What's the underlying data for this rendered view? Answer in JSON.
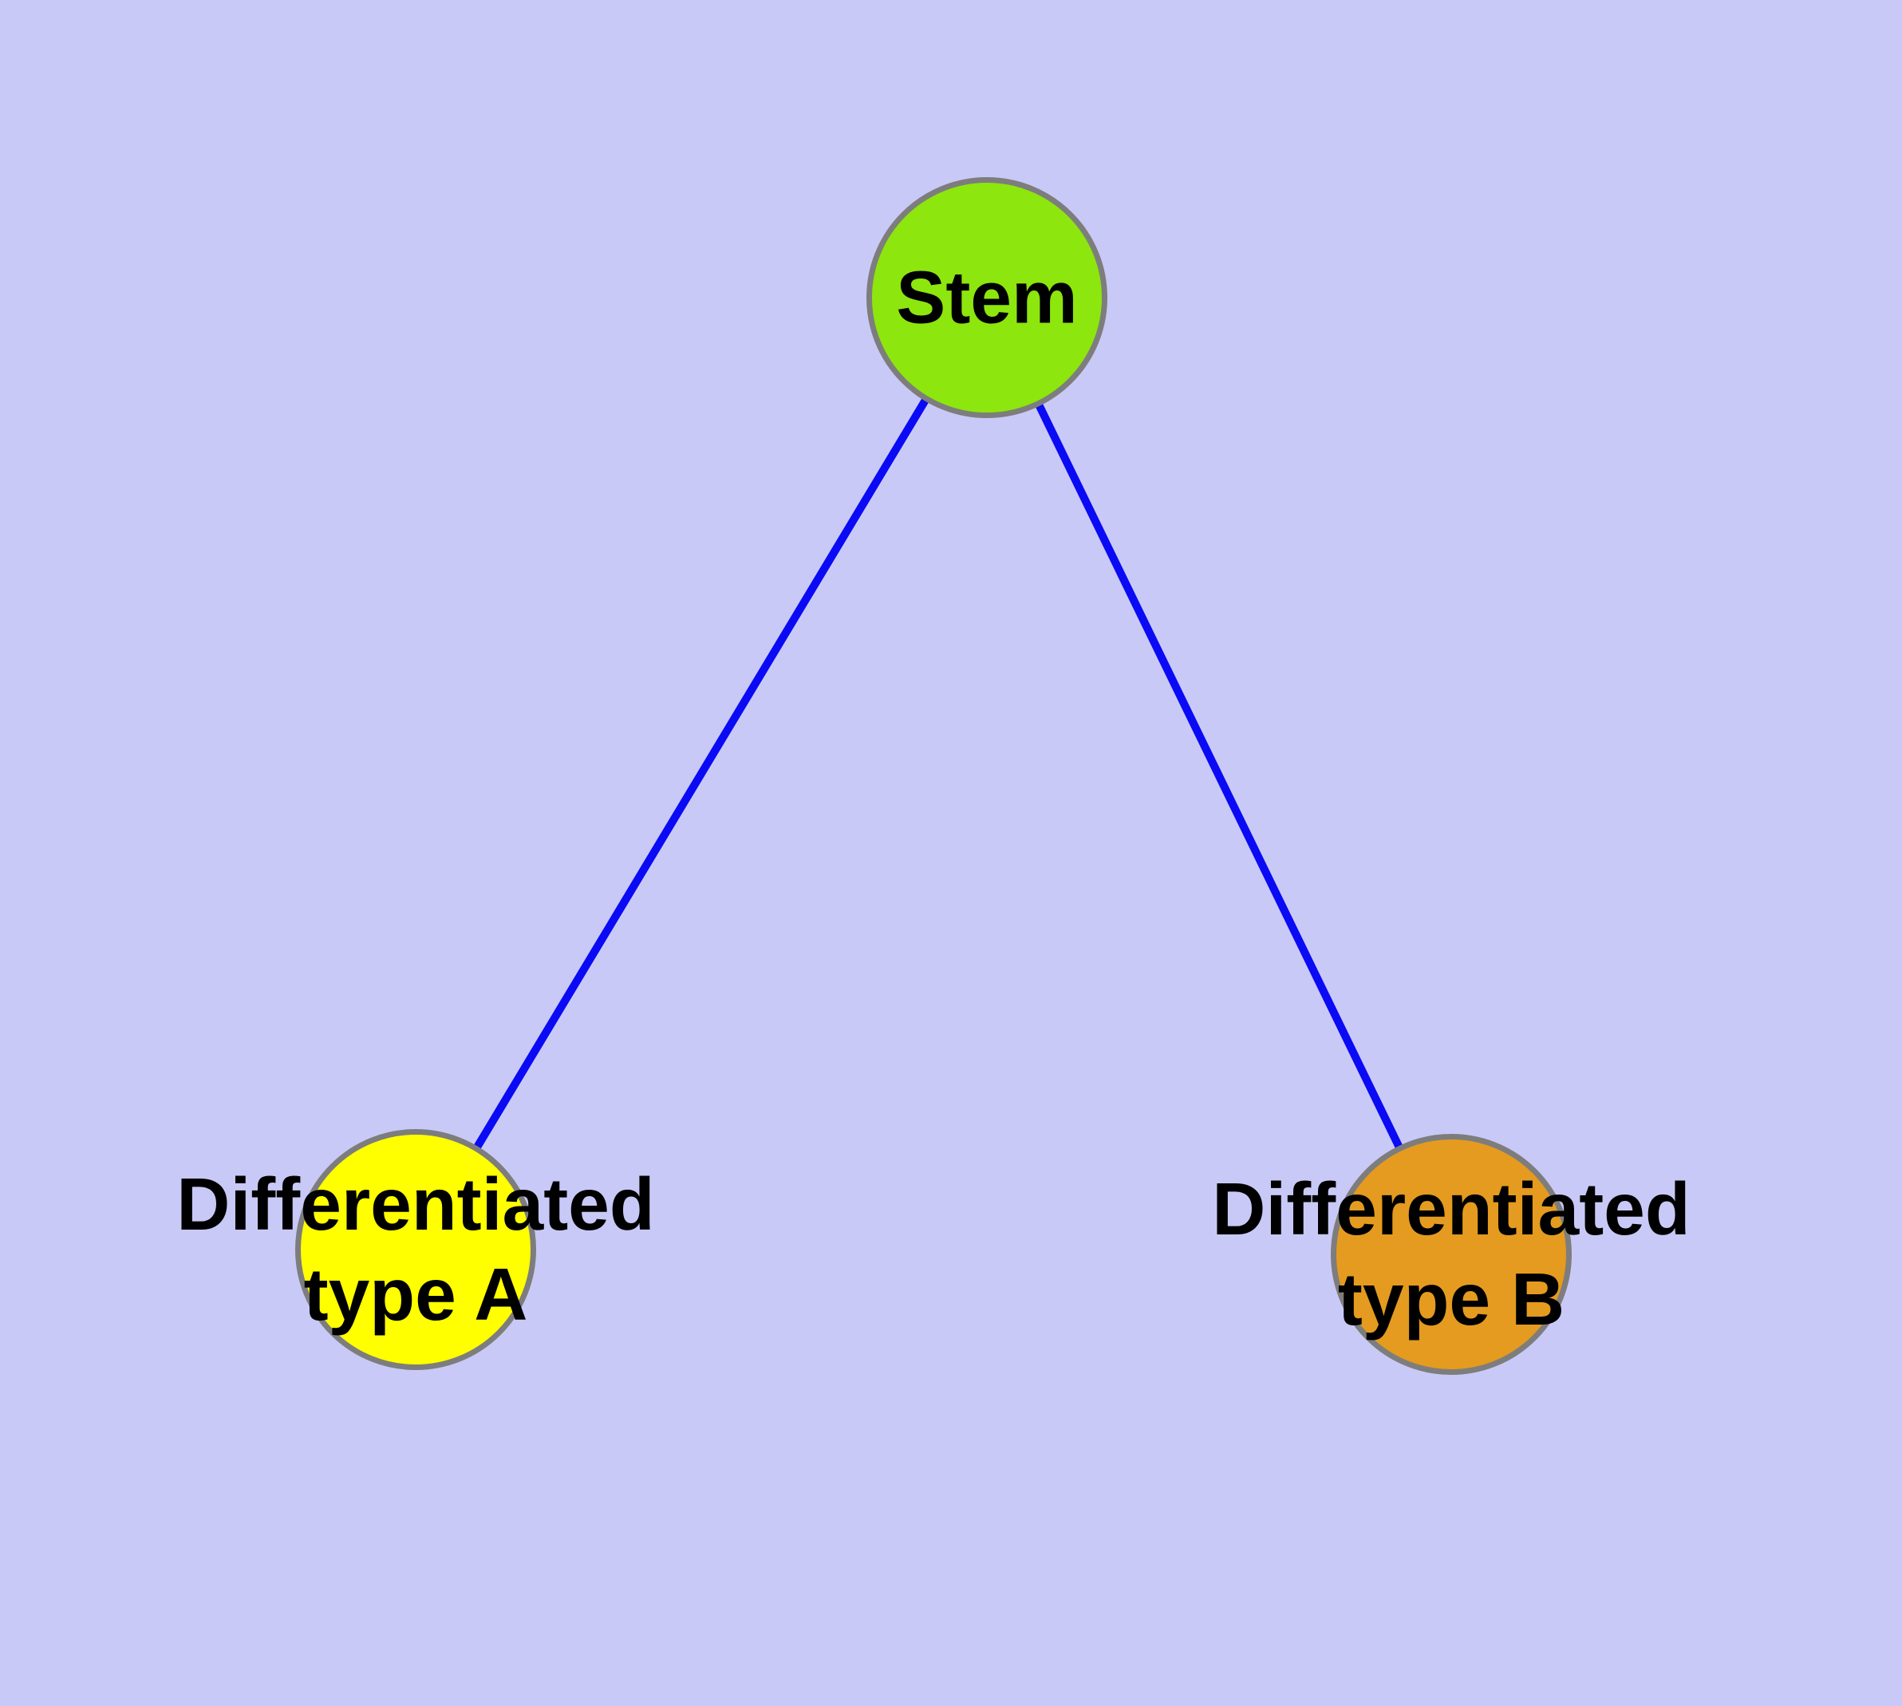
{
  "diagram": {
    "type": "node-link-graph",
    "background_color": "#C9C9F7",
    "edge_color": "#0A0AF5",
    "node_border_color": "#7D7D7D",
    "label_color": "#000000",
    "nodes": [
      {
        "id": "stem",
        "label": "Stem",
        "lines": [
          "Stem"
        ],
        "fill": "#8DE60D"
      },
      {
        "id": "type-a",
        "label": "Differentiated type A",
        "lines": [
          "Differentiated",
          "type A"
        ],
        "fill": "#FFFF00"
      },
      {
        "id": "type-b",
        "label": "Differentiated type B",
        "lines": [
          "Differentiated",
          "type B"
        ],
        "fill": "#E49B1F"
      }
    ],
    "edges": [
      {
        "from": "Stem",
        "to": "Differentiated type A"
      },
      {
        "from": "Stem",
        "to": "Differentiated type B"
      }
    ]
  }
}
